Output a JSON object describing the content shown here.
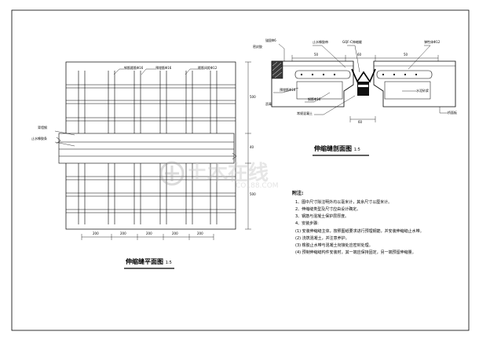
{
  "watermark": {
    "main": "土木在线",
    "sub": "CO188.COM"
  },
  "plan": {
    "title": "伸缩缝平面图",
    "scale": "1:5",
    "labels": {
      "top_left": "钢筋箍筋Φ16",
      "top_mid": "预埋筋Φ16",
      "top_right": "箍筋间距Φ12",
      "side_upper": "背墙钢",
      "side_lower": "止水橡胶条"
    },
    "dims_bottom": [
      "200",
      "200",
      "200",
      "200",
      "200"
    ],
    "dims_right": [
      "500",
      "40",
      "500"
    ]
  },
  "section": {
    "title": "伸缩缝剖面图",
    "scale": "1:5",
    "labels": {
      "top_left": "锚固Φ6",
      "top_left2": "密封胶",
      "top_a": "止水橡胶带",
      "top_b": "GQF-C伸缩缝",
      "top_c": "弹性体Φ12",
      "left_mid": "预埋筋Φ16",
      "mid_a": "钢筋Φ16",
      "lower_left": "沥青",
      "lower_mid": "常规混凝土",
      "right_a": "水泥砂浆",
      "right_b": "桥面板"
    },
    "dims_top": [
      "50",
      "60",
      "50"
    ],
    "dim_bottom": "60"
  },
  "notes": {
    "head": "附注:",
    "lines": [
      "1、图中尺寸除注明外均以毫米计，其余尺寸以厘米计。",
      "2、伸缩缝类型及尺寸应由设计确定。",
      "3、钢筋与混凝土保护层厚度。",
      "4、安装步骤:",
      "(1) 安装伸缩缝主体，按照图纸要求进行预埋钢筋，并安装伸缩缝止水带。",
      "(2) 浇筑混凝土，并注意养护。",
      "(3) 橡胶止水带与混凝土衔接处应密封处理。",
      "(4) 预制伸缩缝构件安装时，其一端应保持固定，另一端预留伸缩量。"
    ]
  }
}
